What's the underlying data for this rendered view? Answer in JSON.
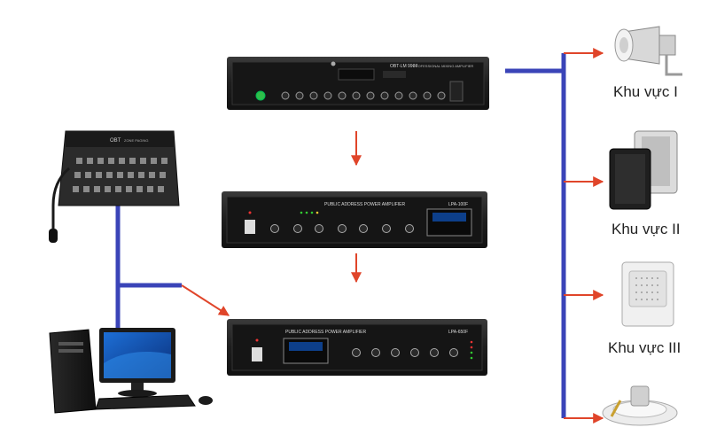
{
  "colors": {
    "background": "#ffffff",
    "line_blue": "#3a44b8",
    "arrow_red": "#e0452a",
    "device_black": "#1c1c1c",
    "panel_grey": "#2b2b2b"
  },
  "devices": {
    "mixer_amp": {
      "brand": "OBT-LM 9907",
      "name": "PROFESSIONAL MIXING AMPLIFIER"
    },
    "amp_1": {
      "name": "PUBLIC ADDRESS POWER AMPLIFIER",
      "model": "LPA-100F"
    },
    "amp_2": {
      "name": "PUBLIC ADDRESS POWER AMPLIFIER",
      "model": "LPA-650F"
    },
    "paging_console": {
      "brand": "OBT",
      "name": "ZONE PAGING"
    }
  },
  "zones": [
    {
      "label": "Khu vực I",
      "icon": "horn-speaker-icon"
    },
    {
      "label": "Khu vực II",
      "icon": "box-speaker-icon"
    },
    {
      "label": "Khu vực III",
      "icon": "wall-speaker-icon"
    },
    {
      "label": "",
      "icon": "ceiling-speaker-icon"
    }
  ]
}
